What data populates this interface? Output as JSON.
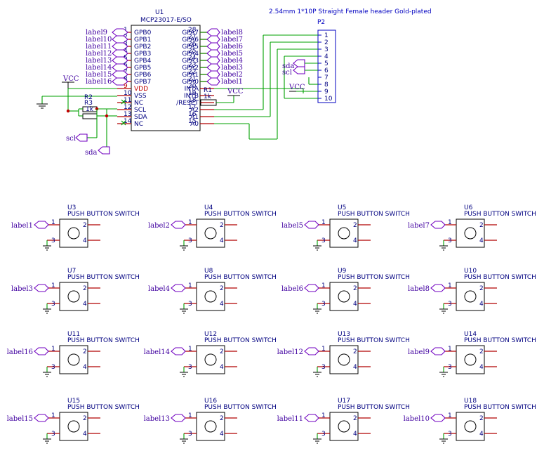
{
  "ic": {
    "ref": "U1",
    "value": "MCP23017-E/SO",
    "left_pins": [
      {
        "num": "1",
        "name": "GPB0",
        "label": "label9"
      },
      {
        "num": "2",
        "name": "GPB1",
        "label": "label10"
      },
      {
        "num": "3",
        "name": "GPB2",
        "label": "label11"
      },
      {
        "num": "4",
        "name": "GPB3",
        "label": "label12"
      },
      {
        "num": "5",
        "name": "GPB4",
        "label": "label13"
      },
      {
        "num": "6",
        "name": "GPB5",
        "label": "label14"
      },
      {
        "num": "7",
        "name": "GPB6",
        "label": "label15"
      },
      {
        "num": "8",
        "name": "GPB7",
        "label": "label16"
      },
      {
        "num": "9",
        "name": "VDD",
        "label": ""
      },
      {
        "num": "10",
        "name": "VSS",
        "label": ""
      },
      {
        "num": "11",
        "name": "NC",
        "label": ""
      },
      {
        "num": "12",
        "name": "SCL",
        "label": ""
      },
      {
        "num": "13",
        "name": "SDA",
        "label": ""
      },
      {
        "num": "14",
        "name": "NC",
        "label": ""
      }
    ],
    "right_pins": [
      {
        "num": "28",
        "name": "GPA7",
        "label": "label8"
      },
      {
        "num": "27",
        "name": "GPA6",
        "label": "label7"
      },
      {
        "num": "26",
        "name": "GPA5",
        "label": "label6"
      },
      {
        "num": "25",
        "name": "GPA4",
        "label": "label5"
      },
      {
        "num": "24",
        "name": "GPA3",
        "label": "label4"
      },
      {
        "num": "23",
        "name": "GPA2",
        "label": "label3"
      },
      {
        "num": "22",
        "name": "GPA1",
        "label": "label2"
      },
      {
        "num": "21",
        "name": "GPA0",
        "label": "label1"
      },
      {
        "num": "20",
        "name": "INTA",
        "label": ""
      },
      {
        "num": "19",
        "name": "INTB",
        "label": ""
      },
      {
        "num": "18",
        "name": "/RESET",
        "label": ""
      },
      {
        "num": "17",
        "name": "A2",
        "label": ""
      },
      {
        "num": "16",
        "name": "A1",
        "label": ""
      },
      {
        "num": "15",
        "name": "A0",
        "label": ""
      }
    ]
  },
  "resistors": [
    {
      "ref": "R2",
      "value": "1k"
    },
    {
      "ref": "R3",
      "value": "1k"
    },
    {
      "ref": "R1",
      "value": "1k"
    }
  ],
  "power": {
    "vcc": "VCC"
  },
  "nets": {
    "scl": "scl",
    "sda": "sda"
  },
  "header": {
    "title": "2.54mm 1*10P Straight Female header Gold-plated",
    "ref": "P2",
    "pins": [
      "1",
      "2",
      "3",
      "4",
      "5",
      "6",
      "7",
      "8",
      "9",
      "10"
    ]
  },
  "switches": [
    {
      "ref": "U3",
      "value": "PUSH BUTTON SWITCH",
      "label": "label1"
    },
    {
      "ref": "U4",
      "value": "PUSH BUTTON SWITCH",
      "label": "label2"
    },
    {
      "ref": "U5",
      "value": "PUSH BUTTON SWITCH",
      "label": "label5"
    },
    {
      "ref": "U6",
      "value": "PUSH BUTTON SWITCH",
      "label": "label7"
    },
    {
      "ref": "U7",
      "value": "PUSH BUTTON SWITCH",
      "label": "label3"
    },
    {
      "ref": "U8",
      "value": "PUSH BUTTON SWITCH",
      "label": "label4"
    },
    {
      "ref": "U9",
      "value": "PUSH BUTTON SWITCH",
      "label": "label6"
    },
    {
      "ref": "U10",
      "value": "PUSH BUTTON SWITCH",
      "label": "label8"
    },
    {
      "ref": "U11",
      "value": "PUSH BUTTON SWITCH",
      "label": "label16"
    },
    {
      "ref": "U12",
      "value": "PUSH BUTTON SWITCH",
      "label": "label14"
    },
    {
      "ref": "U13",
      "value": "PUSH BUTTON SWITCH",
      "label": "label12"
    },
    {
      "ref": "U14",
      "value": "PUSH BUTTON SWITCH",
      "label": "label9"
    },
    {
      "ref": "U15",
      "value": "PUSH BUTTON SWITCH",
      "label": "label15"
    },
    {
      "ref": "U16",
      "value": "PUSH BUTTON SWITCH",
      "label": "label13"
    },
    {
      "ref": "U17",
      "value": "PUSH BUTTON SWITCH",
      "label": "label11"
    },
    {
      "ref": "U18",
      "value": "PUSH BUTTON SWITCH",
      "label": "label10"
    }
  ],
  "switch_pins": [
    "1",
    "2",
    "3",
    "4"
  ]
}
